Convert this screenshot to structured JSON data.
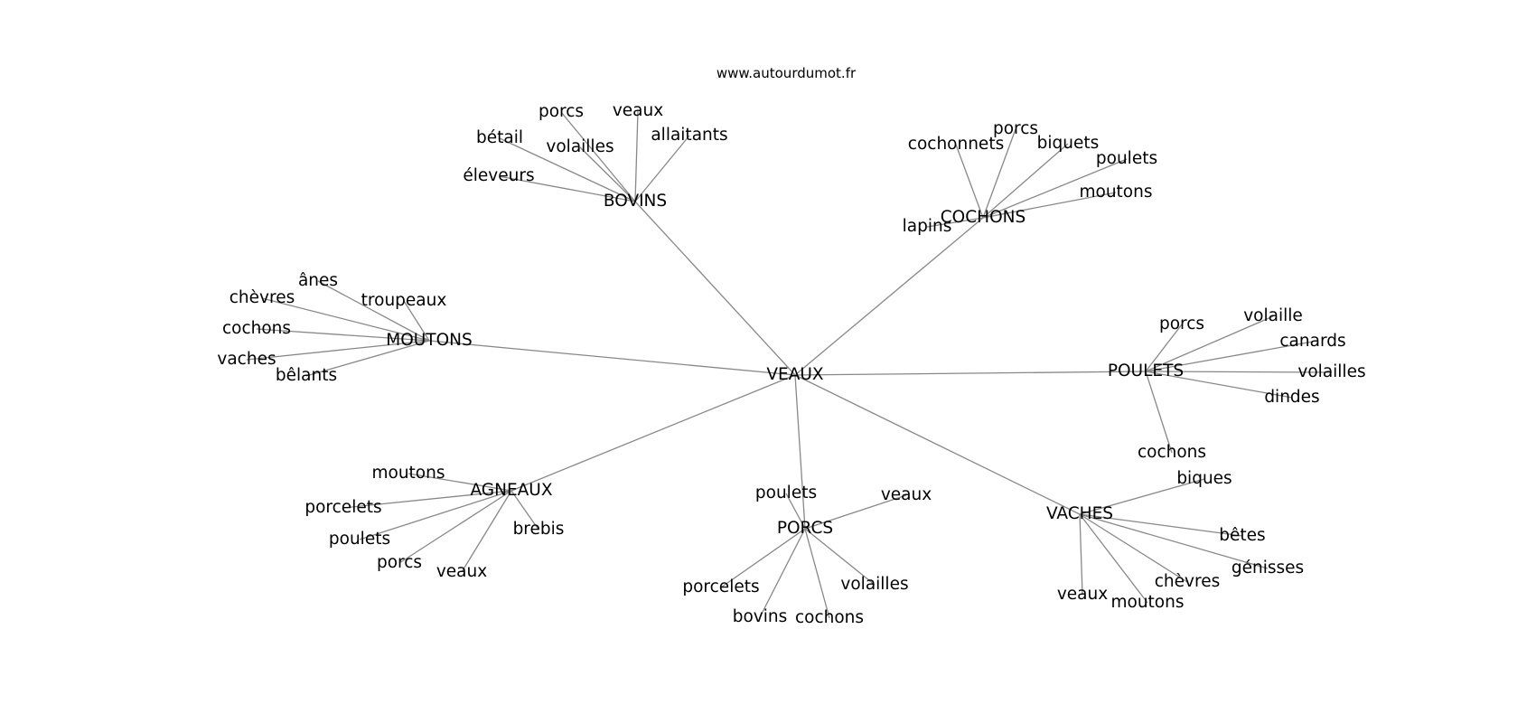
{
  "source": "www.autourdumot.fr",
  "center": "VEAUX",
  "edge_color": "#888888",
  "clusters": [
    {
      "label": "BOVINS",
      "words": [
        "porcs",
        "veaux",
        "bétail",
        "allaitants",
        "volailles",
        "éleveurs"
      ]
    },
    {
      "label": "COCHONS",
      "words": [
        "porcs",
        "cochonnets",
        "biquets",
        "poulets",
        "moutons",
        "lapins"
      ]
    },
    {
      "label": "MOUTONS",
      "words": [
        "ânes",
        "chèvres",
        "troupeaux",
        "cochons",
        "vaches",
        "bêlants"
      ]
    },
    {
      "label": "POULETS",
      "words": [
        "porcs",
        "volaille",
        "canards",
        "volailles",
        "dindes",
        "cochons"
      ]
    },
    {
      "label": "AGNEAUX",
      "words": [
        "moutons",
        "porcelets",
        "brebis",
        "poulets",
        "porcs",
        "veaux"
      ]
    },
    {
      "label": "PORCS",
      "words": [
        "poulets",
        "veaux",
        "volailles",
        "porcelets",
        "bovins",
        "cochons"
      ]
    },
    {
      "label": "VACHES",
      "words": [
        "biques",
        "bêtes",
        "génisses",
        "chèvres",
        "veaux",
        "moutons"
      ]
    }
  ]
}
